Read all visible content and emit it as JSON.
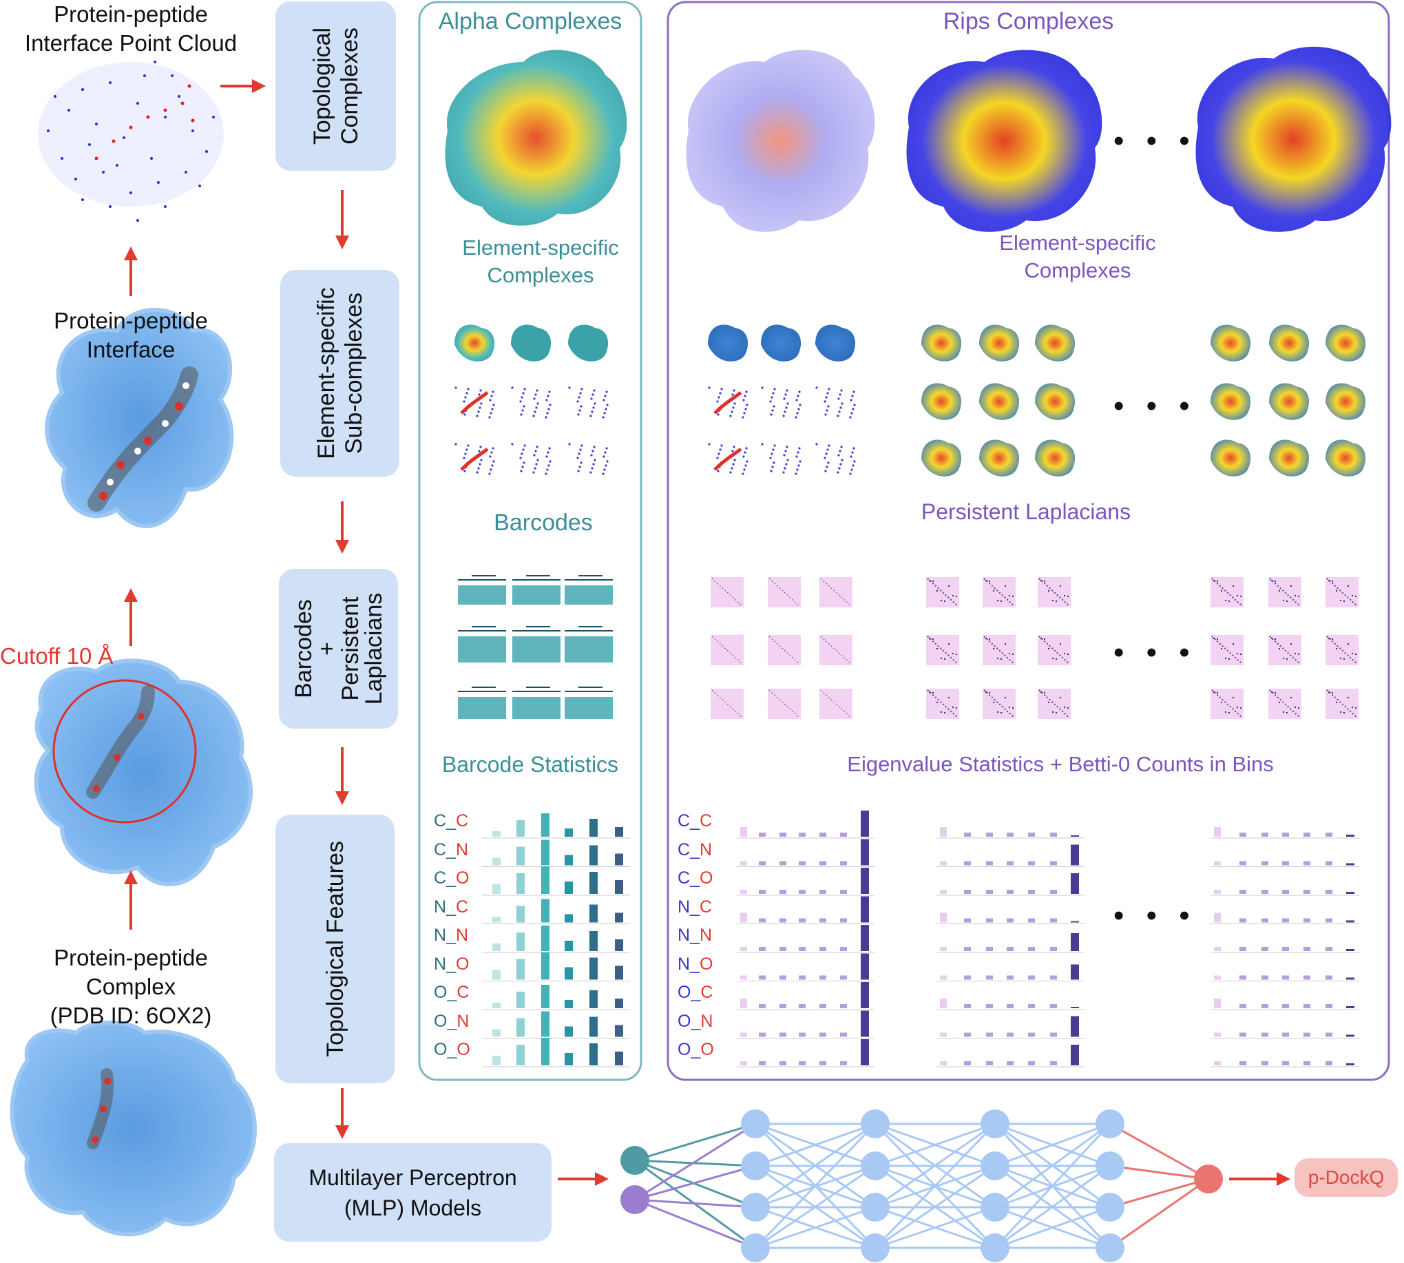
{
  "left": {
    "point_cloud_label": "Protein-peptide\nInterface Point Cloud",
    "interface_label": "Protein-peptide\nInterface",
    "cutoff_label": "Cutoff 10 Å",
    "complex_label": "Protein-peptide\nComplex\n(PDB ID: 6OX2)"
  },
  "flow": {
    "box1": "Topological\nComplexes",
    "box2": "Element-specific\nSub-complexes",
    "box3": "Barcodes\n+\nPersistent\nLaplacians",
    "box4": "Topological Features",
    "box5": "Multilayer Perceptron\n(MLP) Models"
  },
  "alpha": {
    "title": "Alpha Complexes",
    "es_title": "Element-specific\nComplexes",
    "barcodes_title": "Barcodes",
    "stats_title": "Barcode Statistics"
  },
  "rips": {
    "title": "Rips Complexes",
    "es_title": "Element-specific\nComplexes",
    "pl_title": "Persistent Laplacians",
    "eig_title": "Eigenvalue Statistics + Betti-0 Counts in Bins"
  },
  "elements": [
    "C",
    "N",
    "O"
  ],
  "pairs": [
    [
      "C",
      "C"
    ],
    [
      "C",
      "N"
    ],
    [
      "C",
      "O"
    ],
    [
      "N",
      "C"
    ],
    [
      "N",
      "N"
    ],
    [
      "N",
      "O"
    ],
    [
      "O",
      "C"
    ],
    [
      "O",
      "N"
    ],
    [
      "O",
      "O"
    ]
  ],
  "ellipsis": "• • •",
  "output": "p-DockQ",
  "colors": {
    "flow_box": "#cfe0f7",
    "arrow": "#e23a31",
    "alpha_border": "#7fb8bd",
    "rips_border": "#8b6cc6",
    "teal": "#3a8e98",
    "purple": "#7a55be",
    "node": "#a9c9f5",
    "input_teal": "#4f9aa3",
    "input_purple": "#9c7cd0",
    "output_node": "#ea7470"
  }
}
